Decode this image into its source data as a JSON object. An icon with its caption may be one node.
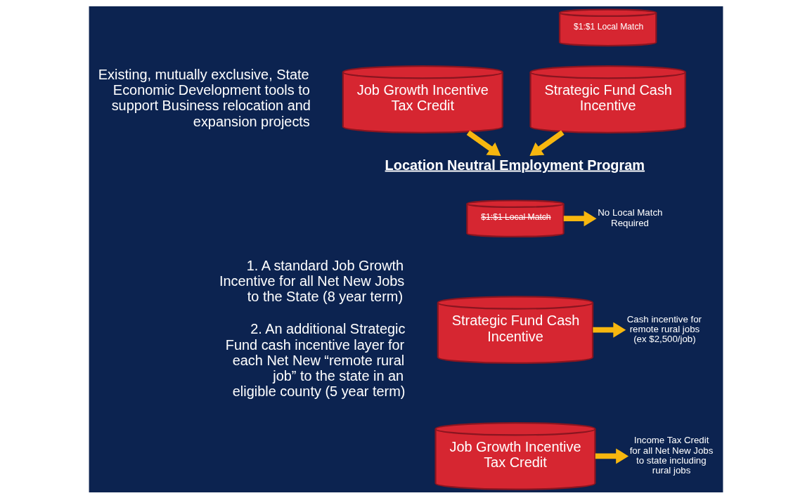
{
  "diagram": {
    "nodes": [
      {
        "text": [
          "Existing, mutually exclusive, State Economic Development tools to support Business relocation and expansion projects"
        ]
      },
      {
        "text": [
          "Job Growth Incentive Tax Credit"
        ]
      },
      {
        "text": [
          "$1:$1 Local Match"
        ]
      },
      {
        "text": [
          "Strategic Fund Cash Incentive"
        ]
      },
      {
        "text": [
          "Location Neutral Employment Program"
        ]
      },
      {
        "text": [
          "1. A standard Job Growth Incentive for all Net New Jobs to the State (8 year term)",
          "2. An additional Strategic Fund cash incentive layer for each Net New “remote rural job” to the state in an eligible county (5 year term)"
        ]
      },
      {
        "text": [
          "$1:$1 Local Match"
        ]
      },
      {
        "text": [
          "Strategic Fund Cash Incentive"
        ]
      },
      {
        "text": [
          "Job Growth Incentive Tax Credit"
        ]
      },
      {
        "text": [
          "No Local Match Required"
        ]
      },
      {
        "text": [
          "Cash incentive for remote rural jobs (ex $2,500/job)"
        ]
      },
      {
        "text": [
          "Income Tax Credit for all Net New Jobs to state including rural jobs"
        ]
      }
    ],
    "edges": [
      {
        "from": 1,
        "to": 4,
        "arrow": "to"
      },
      {
        "from": 3,
        "to": 4,
        "arrow": "to"
      },
      {
        "from": 6,
        "to": 9,
        "arrow": "to"
      },
      {
        "from": 7,
        "to": 10,
        "arrow": "to"
      },
      {
        "from": 8,
        "to": 11,
        "arrow": "to"
      }
    ]
  }
}
